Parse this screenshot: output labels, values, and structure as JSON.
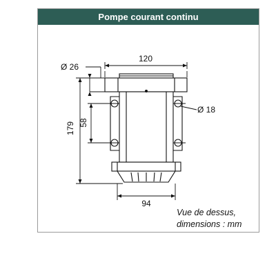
{
  "header": {
    "title": "Pompe courant continu"
  },
  "dimensions": {
    "width_top": "120",
    "diameter_inlet": "Ø 26",
    "diameter_mount": "Ø 18",
    "height_total": "179",
    "hole_spacing": "58",
    "width_bottom": "94"
  },
  "caption": {
    "line1": "Vue de dessus,",
    "line2": "dimensions : mm"
  },
  "colors": {
    "header_bg": "#2d5d55",
    "header_text": "#ffffff",
    "line": "#111111"
  }
}
